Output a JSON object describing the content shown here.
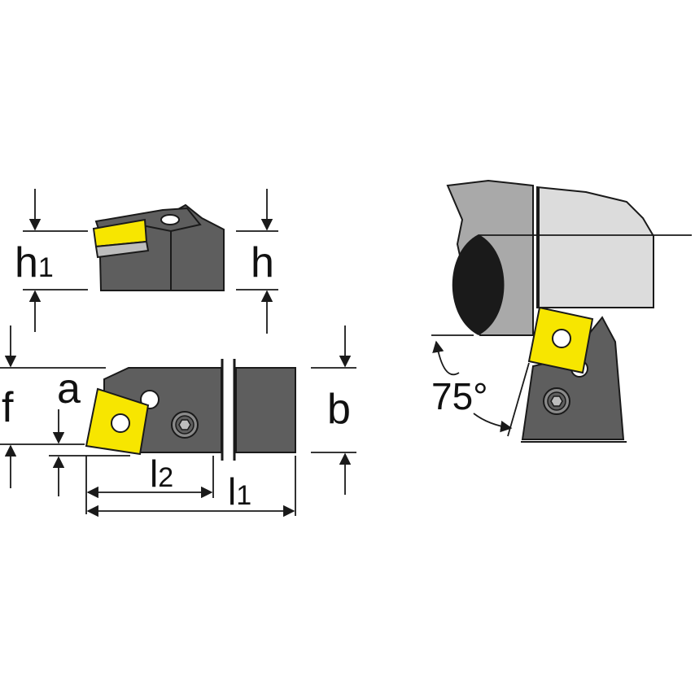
{
  "diagram": {
    "title": "",
    "labels": {
      "h1_main": "h",
      "h1_sub": "1",
      "h": "h",
      "a": "a",
      "f": "f",
      "b": "b",
      "l2_main": "l",
      "l2_sub": "2",
      "l1_main": "l",
      "l1_sub": "1",
      "angle": "75°"
    },
    "colors": {
      "holder_dark": "#5e5e5e",
      "holder_light": "#a9a9a9",
      "holder_lighter": "#dcdcdc",
      "insert_yellow": "#f7e600",
      "workpiece": "#1a1a1a",
      "line": "#1a1a1a"
    },
    "icons": [
      "dimension-arrow-icon",
      "hex-screw-icon"
    ]
  }
}
